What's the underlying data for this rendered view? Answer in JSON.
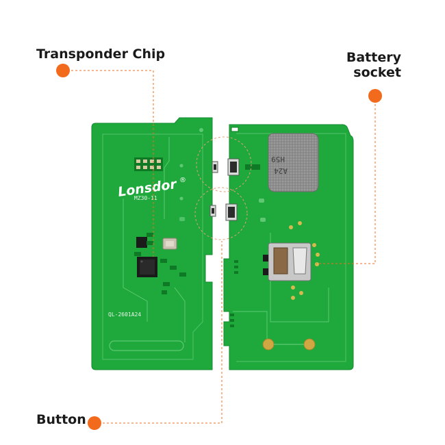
{
  "callouts": {
    "transponder": "Transponder Chip",
    "battery_line1": "Battery",
    "battery_line2": "socket",
    "button": "Button"
  },
  "board": {
    "brand": "Lonsdor",
    "model": "MZ30-11",
    "part_code": "QL-2601A24",
    "battery_marking_1": "H59",
    "battery_marking_2": "A24"
  },
  "colors": {
    "pcb_green": "#1fa93c",
    "pcb_dark": "#0f7a26",
    "callout_orange": "#f26b1d"
  }
}
